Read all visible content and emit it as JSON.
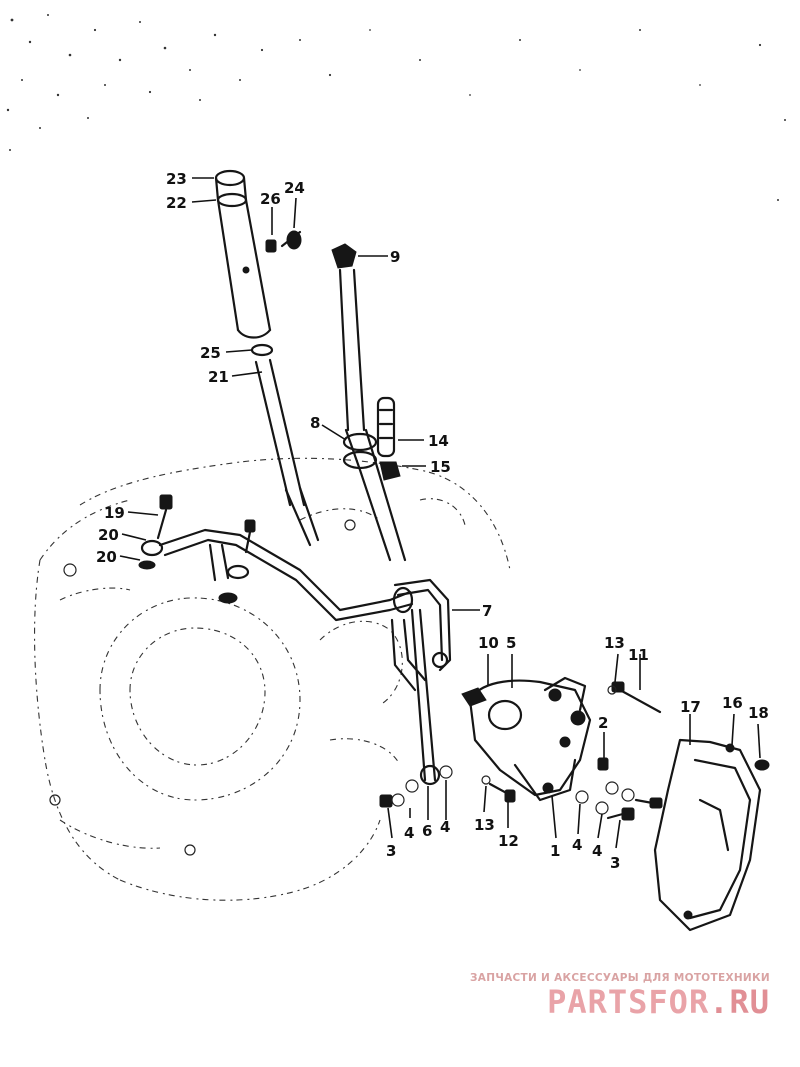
{
  "callouts": [
    {
      "id": "c23",
      "text": "23"
    },
    {
      "id": "c22",
      "text": "22"
    },
    {
      "id": "c26",
      "text": "26"
    },
    {
      "id": "c24",
      "text": "24"
    },
    {
      "id": "c9",
      "text": "9"
    },
    {
      "id": "c25",
      "text": "25"
    },
    {
      "id": "c21",
      "text": "21"
    },
    {
      "id": "c8",
      "text": "8"
    },
    {
      "id": "c14",
      "text": "14"
    },
    {
      "id": "c15",
      "text": "15"
    },
    {
      "id": "c19",
      "text": "19"
    },
    {
      "id": "c20a",
      "text": "20"
    },
    {
      "id": "c20b",
      "text": "20"
    },
    {
      "id": "c7",
      "text": "7"
    },
    {
      "id": "c10",
      "text": "10"
    },
    {
      "id": "c5",
      "text": "5"
    },
    {
      "id": "c13a",
      "text": "13"
    },
    {
      "id": "c11",
      "text": "11"
    },
    {
      "id": "c17",
      "text": "17"
    },
    {
      "id": "c16",
      "text": "16"
    },
    {
      "id": "c18",
      "text": "18"
    },
    {
      "id": "c2",
      "text": "2"
    },
    {
      "id": "c3a",
      "text": "3"
    },
    {
      "id": "c4a",
      "text": "4"
    },
    {
      "id": "c6",
      "text": "6"
    },
    {
      "id": "c4b",
      "text": "4"
    },
    {
      "id": "c13b",
      "text": "13"
    },
    {
      "id": "c12",
      "text": "12"
    },
    {
      "id": "c1",
      "text": "1"
    },
    {
      "id": "c4c",
      "text": "4"
    },
    {
      "id": "c4d",
      "text": "4"
    },
    {
      "id": "c3b",
      "text": "3"
    }
  ],
  "watermark": {
    "caption": "ЗАПЧАСТИ И АКСЕССУАРЫ ДЛЯ МОТОТЕХНИКИ",
    "logo_main": "PARTSFOR",
    "logo_tld": ".RU",
    "color": "#e9a3a8"
  }
}
